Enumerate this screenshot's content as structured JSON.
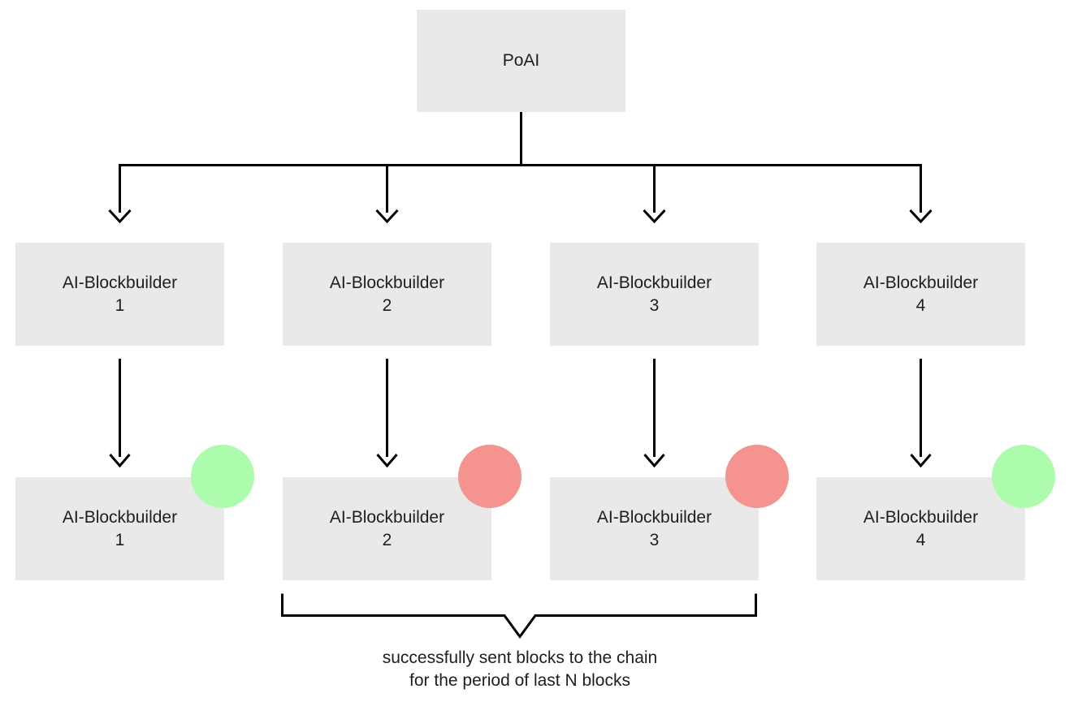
{
  "diagram": {
    "root": {
      "label": "PoAI"
    },
    "top_row": [
      {
        "label": "AI-Blockbuilder",
        "number": "1"
      },
      {
        "label": "AI-Blockbuilder",
        "number": "2"
      },
      {
        "label": "AI-Blockbuilder",
        "number": "3"
      },
      {
        "label": "AI-Blockbuilder",
        "number": "4"
      }
    ],
    "bottom_row": [
      {
        "label": "AI-Blockbuilder",
        "number": "1",
        "status": "success",
        "status_color": "#adfcad"
      },
      {
        "label": "AI-Blockbuilder",
        "number": "2",
        "status": "failure",
        "status_color": "#f49390"
      },
      {
        "label": "AI-Blockbuilder",
        "number": "3",
        "status": "failure",
        "status_color": "#f49390"
      },
      {
        "label": "AI-Blockbuilder",
        "number": "4",
        "status": "success",
        "status_color": "#adfcad"
      }
    ],
    "caption": {
      "line1": "successfully sent blocks to the chain",
      "line2": "for the period of last N blocks"
    },
    "colors": {
      "node_bg": "#e9e9e9",
      "success": "#adfcad",
      "failure": "#f49390",
      "line": "#000000",
      "text": "#1e1e1e"
    }
  }
}
